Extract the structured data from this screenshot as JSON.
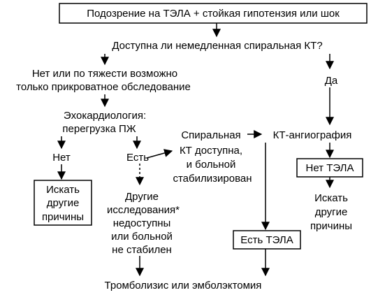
{
  "colors": {
    "line": "#000000",
    "text": "#000000",
    "background": "#ffffff"
  },
  "nodes": {
    "suspicion": "Подозрение на ТЭЛА + стойкая гипотензия или шок",
    "ct_available_question": "Доступна ли немедленная спиральная КТ?",
    "no_bedside_line1": "Нет или по тяжести возможно",
    "no_bedside_line2": "только прикроватное обследование",
    "yes": "Да",
    "echo_line1": "Эхокардиология:",
    "echo_line2": "перегрузка ПЖ",
    "echo_no": "Нет",
    "echo_yes": "Есть",
    "spiral_line1": "Спиральная",
    "spiral_line2": "КТ доступна,",
    "spiral_line3": "и больной",
    "spiral_line4": "стабилизирован",
    "ct_angiography": "КТ-ангиография",
    "no_pe_box": "Нет ТЭЛА",
    "search_left_line1": "Искать",
    "search_left_line2": "другие",
    "search_left_line3": "причины",
    "other_line1": "Другие",
    "other_line2": "исследования*",
    "other_line3": "недоступны",
    "other_line4": "или больной",
    "other_line5": "не стабилен",
    "search_right_line1": "Искать",
    "search_right_line2": "другие",
    "search_right_line3": "причины",
    "pe_box": "Есть ТЭЛА",
    "thrombolysis": "Тромболизис или эмболэктомия"
  }
}
